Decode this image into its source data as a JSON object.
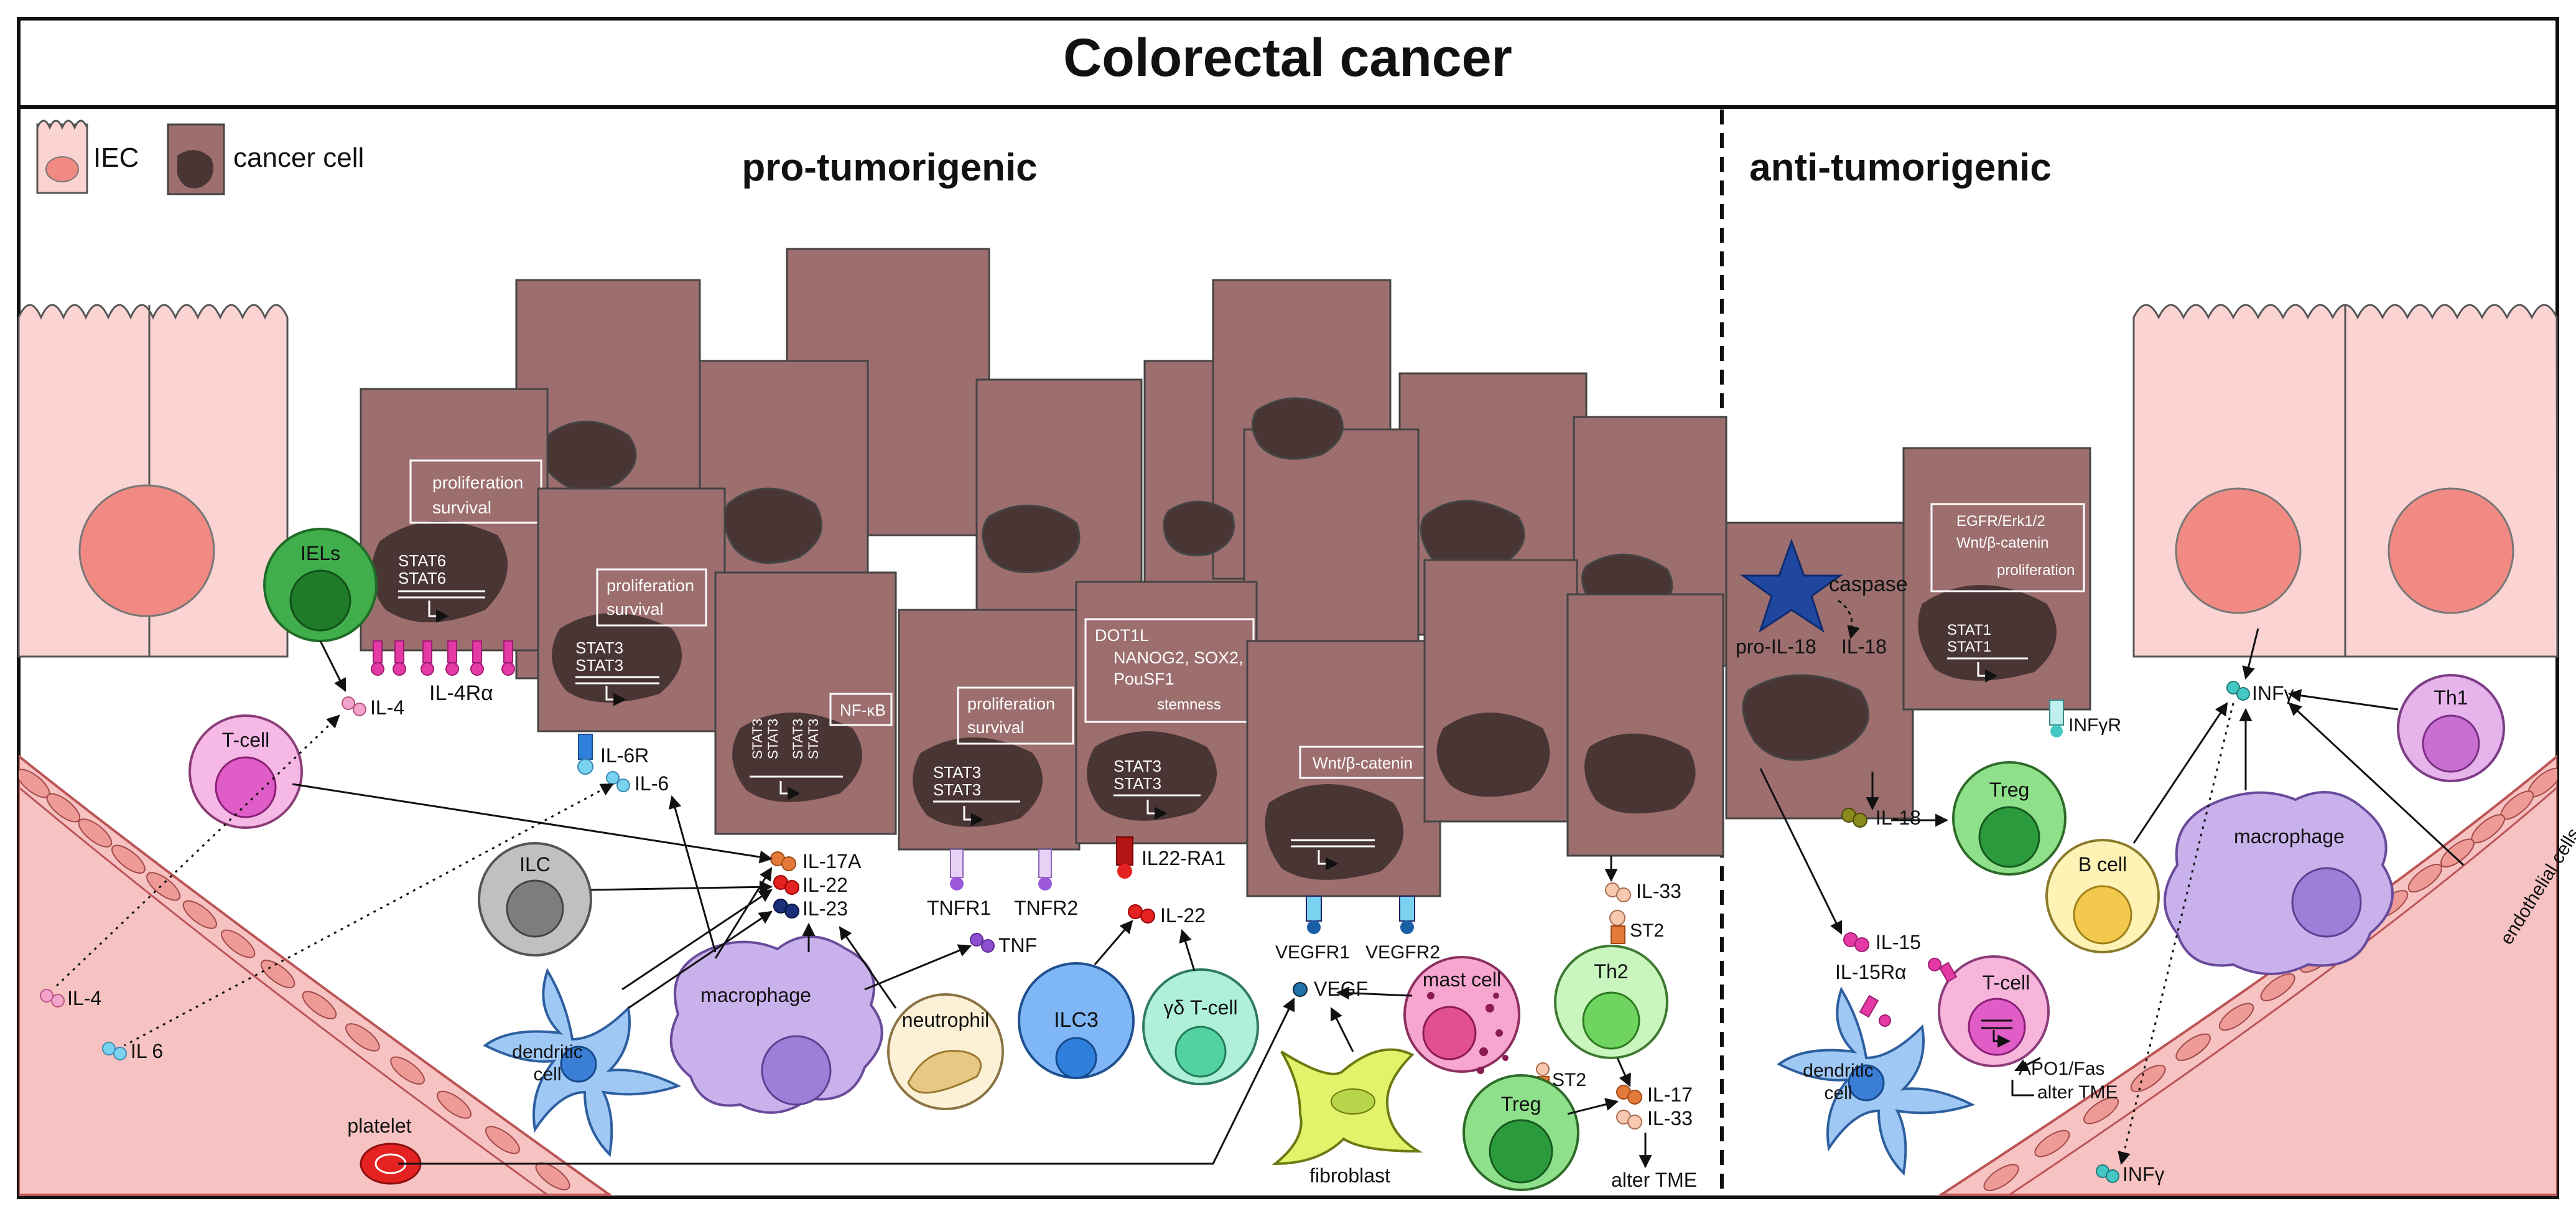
{
  "title": "Colorectal cancer",
  "sections": {
    "pro": "pro-tumorigenic",
    "anti": "anti-tumorigenic"
  },
  "legend": {
    "iec": "IEC",
    "cancer": "cancer cell"
  },
  "colors": {
    "cancer_cell": "#9c6e6e",
    "nucleus": "#4a3535",
    "iec": "#fbd3d3",
    "iec_nucleus": "#f08a82",
    "vessel": "#f7c2c2",
    "red_cell": "#ee9a96"
  },
  "pro_cells": [
    {
      "label": "IELs",
      "fill": "#3fae4b",
      "inner": "#1f7a2a"
    },
    {
      "label": "T-cell",
      "fill": "#f6b9e6",
      "inner": "#e05cc6"
    },
    {
      "label": "ILC",
      "fill": "#c0c0c0",
      "inner": "#7d7d7d"
    },
    {
      "label": "macrophage",
      "fill": "#c9b1ec",
      "inner": "#9d7fd9"
    },
    {
      "label": "neutrophil",
      "fill": "#fcf1d6",
      "inner": "#e7c985"
    },
    {
      "label": "ILC3",
      "fill": "#7fb6f5",
      "inner": "#2f7fdd"
    },
    {
      "label": "γδ T-cell",
      "fill": "#aef0d8",
      "inner": "#52d2a1"
    },
    {
      "label": "mast cell",
      "fill": "#f7a6cf",
      "inner": "#e2508f"
    },
    {
      "label": "fibroblast",
      "fill": "#e2f26a",
      "inner": "#b8d44a"
    },
    {
      "label": "Th2",
      "fill": "#c9f6bf",
      "inner": "#70d460"
    },
    {
      "label": "Treg",
      "fill": "#8fe08a",
      "inner": "#2b9a3c"
    },
    {
      "label": "dendritic cell",
      "fill": "#9fc8f5",
      "inner": "#3b7ed6"
    },
    {
      "label": "platelet",
      "fill": "#e52222",
      "inner": "#b31515"
    }
  ],
  "anti_cells": [
    {
      "label": "Treg",
      "fill": "#8fe08a",
      "inner": "#2b9a3c"
    },
    {
      "label": "B cell",
      "fill": "#fff2b5",
      "inner": "#f2c94c"
    },
    {
      "label": "macrophage",
      "fill": "#c9b1ec",
      "inner": "#9d7fd9"
    },
    {
      "label": "Th1",
      "fill": "#e6b3ea",
      "inner": "#c86fd1"
    },
    {
      "label": "T-cell",
      "fill": "#f7b5dc",
      "inner": "#e05cc6"
    },
    {
      "label": "dendritic cell",
      "fill": "#9fc8f5",
      "inner": "#3b7ed6"
    }
  ],
  "cytokines": {
    "il4": "IL-4",
    "il4r": "IL-4Rα",
    "il6r": "IL-6R",
    "il6": "IL-6",
    "il6_vessel": "IL 6",
    "il17a": "IL-17A",
    "il22": "IL-22",
    "il23": "IL-23",
    "tnfr1": "TNFR1",
    "tnfr2": "TNFR2",
    "tnf": "TNF",
    "il22ra1": "IL22-RA1",
    "il22_2": "IL-22",
    "vegf": "VEGF",
    "vegfr1": "VEGFR1",
    "vegfr2": "VEGFR2",
    "il33": "IL-33",
    "st2": "ST2",
    "st2_treg": "ST2",
    "il17": "IL-17",
    "il33_2": "IL-33",
    "alter_tme": "alter TME",
    "pro_il18": "pro-IL-18",
    "caspase": "caspase",
    "il18": "IL-18",
    "il18_2": "IL-18",
    "ifngr": "INFγR",
    "ifng": "INFγ",
    "ifng_vessel": "INFγ",
    "il15": "IL-15",
    "il15ra": "IL-15Rα",
    "apo": "APO1/Fas",
    "alter_tme2": "alter TME",
    "endothelial": "endothelial cells"
  },
  "boxes": {
    "stat6_box": [
      "proliferation",
      "survival"
    ],
    "stat6": [
      "STAT6",
      "STAT6"
    ],
    "stat3_box": [
      "proliferation",
      "survival"
    ],
    "stat3a": [
      "STAT3",
      "STAT3"
    ],
    "nfkb": "NF-κB",
    "stat3_4": [
      "STAT3",
      "STAT3",
      "STAT3",
      "STAT3"
    ],
    "tnf_box": [
      "proliferation",
      "survival"
    ],
    "stat3b": [
      "STAT3",
      "STAT3"
    ],
    "dot1l": [
      "DOT1L",
      "NANOG2, SOX2,",
      "PouSF1",
      "stemness"
    ],
    "stat3c": [
      "STAT3",
      "STAT3"
    ],
    "wnt": "Wnt/β-catenin",
    "egfr": [
      "EGFR/Erk1/2",
      "Wnt/β-catenin",
      "proliferation"
    ],
    "stat1": [
      "STAT1",
      "STAT1"
    ]
  }
}
